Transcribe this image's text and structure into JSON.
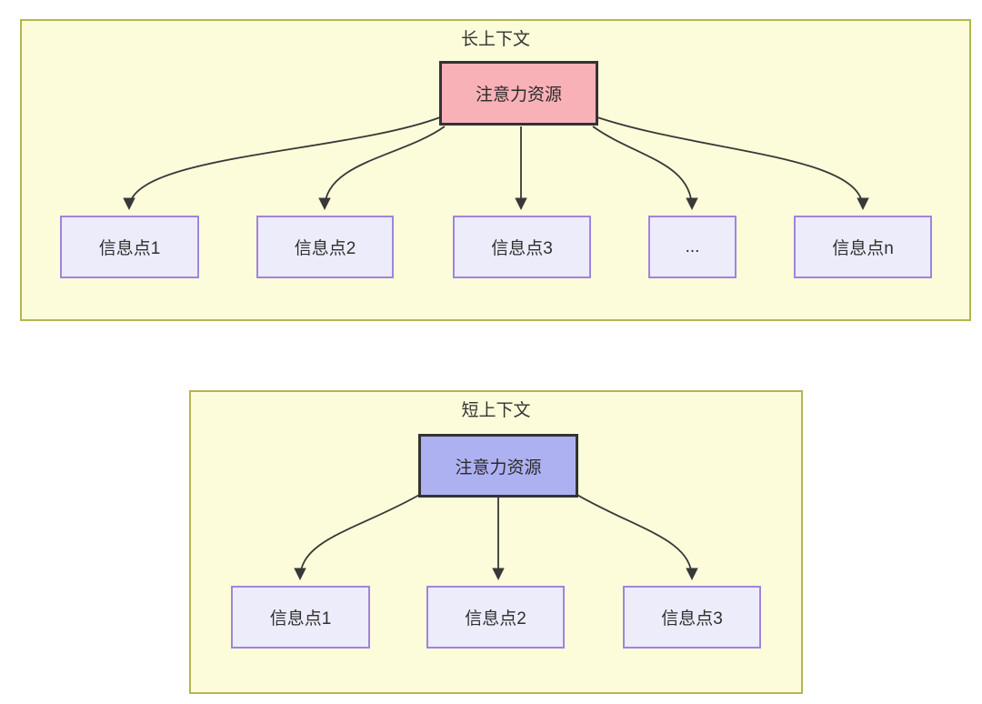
{
  "diagrams": [
    {
      "title": "长上下文",
      "root_label": "注意力资源",
      "nodes": [
        "信息点1",
        "信息点2",
        "信息点3",
        "...",
        "信息点n"
      ]
    },
    {
      "title": "短上下文",
      "root_label": "注意力资源",
      "nodes": [
        "信息点1",
        "信息点2",
        "信息点3"
      ]
    }
  ],
  "colors": {
    "group_fill": "#fcfcda",
    "group_border": "#b5b551",
    "root_fill_long_context": "#f9b1b8",
    "root_fill_short_context": "#aeb1f1",
    "root_border": "#333333",
    "info_node_fill": "#ececfb",
    "info_node_border": "#9f85dc",
    "arrow": "#383838",
    "text": "#333333"
  }
}
